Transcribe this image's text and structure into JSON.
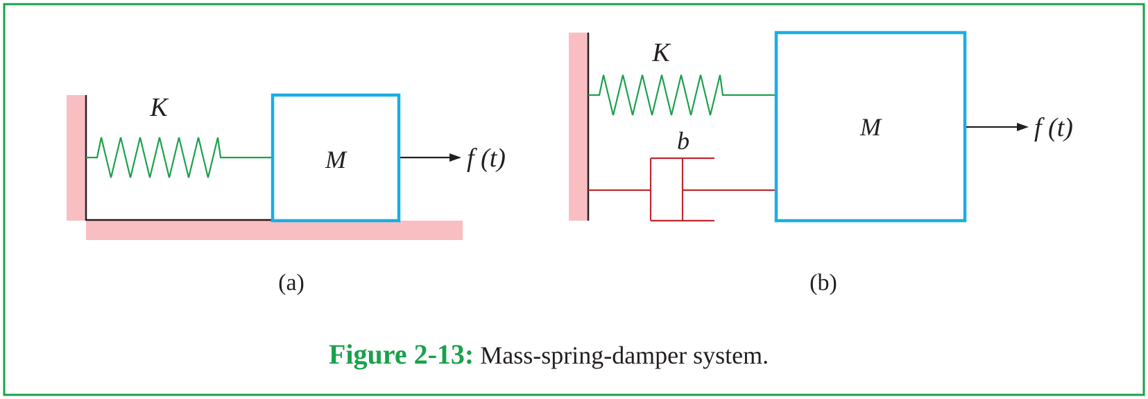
{
  "colors": {
    "frame": "#1aa14a",
    "wall": "#f9bec2",
    "spring": "#1aa14a",
    "damper": "#c0272d",
    "mass": "#19aee6",
    "ink": "#231f20"
  },
  "diagram_a": {
    "spring_label": "K",
    "mass_label": "M",
    "force_label": "f (t)",
    "sublabel": "(a)"
  },
  "diagram_b": {
    "spring_label": "K",
    "damper_label": "b",
    "mass_label": "M",
    "force_label": "f (t)",
    "sublabel": "(b)"
  },
  "caption": {
    "number": "Figure 2-13:",
    "text": " Mass-spring-damper system."
  }
}
